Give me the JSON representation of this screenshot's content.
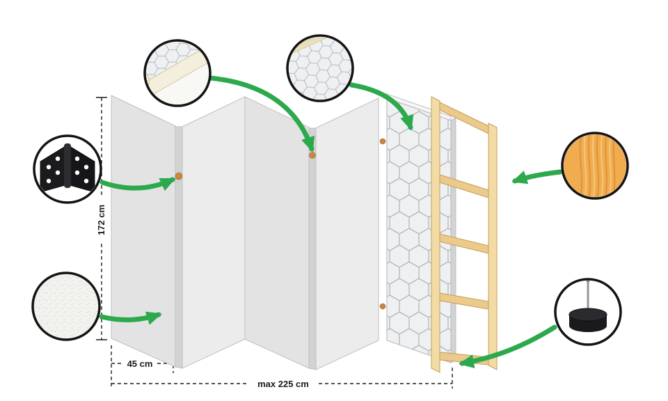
{
  "dimensions": {
    "height_label": "172 cm",
    "panel_width_label": "45 cm",
    "total_width_label": "max 225 cm"
  },
  "callouts": [
    {
      "icon": "frame-corner-detail-icon"
    },
    {
      "icon": "patterned-canvas-corner-icon"
    },
    {
      "icon": "hinge-icon"
    },
    {
      "icon": "fabric-texture-icon"
    },
    {
      "icon": "wood-texture-icon"
    },
    {
      "icon": "foot-pad-icon"
    }
  ],
  "colors": {
    "arrow_green": "#2ca94c",
    "outline": "#141414",
    "panel_face": "#ececec",
    "panel_face_dark": "#e3e3e3",
    "panel_edge": "#d3d3d3",
    "panel_stroke": "#bfbfbf",
    "panel_top_edge": "#f7f7f7",
    "pattern_bg": "#eef0f2",
    "pattern_line": "#b2b7bf",
    "wood_face": "#ecca8c",
    "wood_face_light": "#f3dba6",
    "wood_stroke": "#c39c58",
    "wood_texture": "#f2ac50",
    "wood_grain": "#d89036",
    "hinge_dot": "#c8883d",
    "dim_color": "#1c1c1c"
  }
}
